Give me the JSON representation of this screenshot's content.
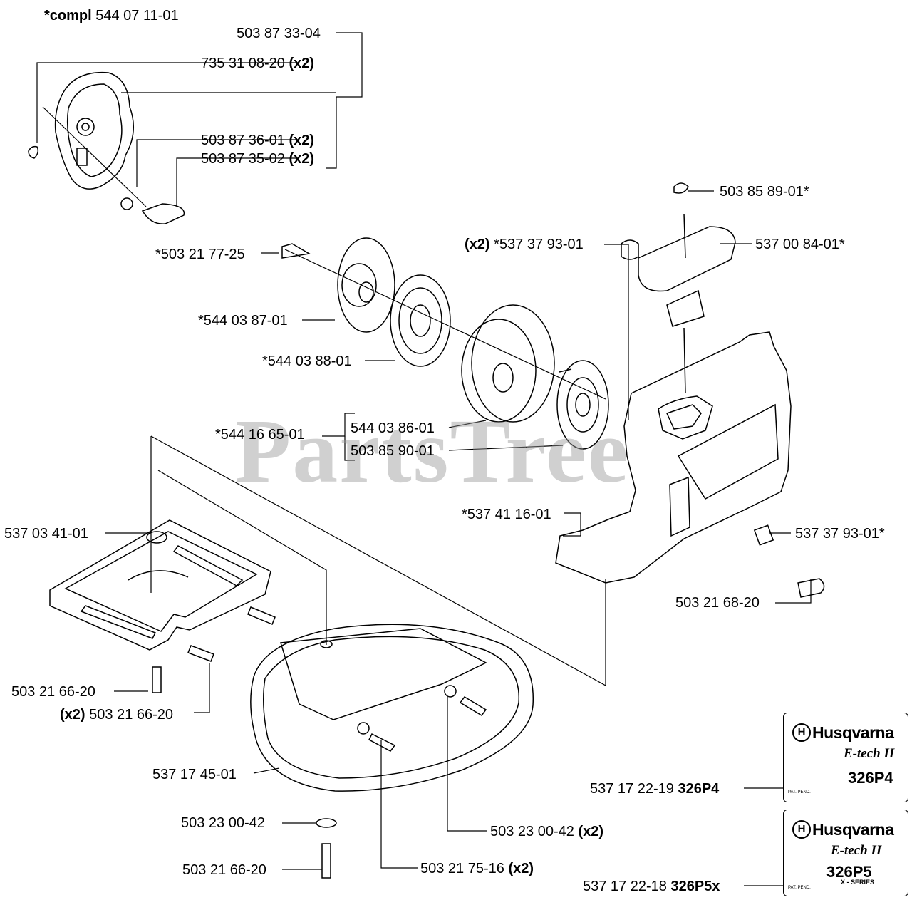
{
  "watermark": "PartsTree",
  "labels": {
    "compl": {
      "prefix": "*compl",
      "number": "544 07 11-01"
    },
    "p_503873304": {
      "number": "503 87 33-04"
    },
    "p_735310820": {
      "number": "735 31 08-20",
      "qty": "(x2)"
    },
    "p_503873601": {
      "number": "503 87 36-01",
      "qty": "(x2)"
    },
    "p_503873502": {
      "number": "503 87 35-02",
      "qty": "(x2)"
    },
    "p_503858901": {
      "number": "503 85 89-01*"
    },
    "p_537378931": {
      "qty": "(x2)",
      "number": "*537 37 93-01"
    },
    "p_537008401": {
      "number": "537 00 84-01*"
    },
    "p_503217725": {
      "number": "*503 21 77-25"
    },
    "p_544038701": {
      "number": "*544 03 87-01"
    },
    "p_544038801": {
      "number": "*544 03 88-01"
    },
    "p_544166501": {
      "number": "*544 16 65-01"
    },
    "p_544038601": {
      "number": "544 03 86-01"
    },
    "p_503859001": {
      "number": "503 85 90-01"
    },
    "p_537411601": {
      "number": "*537 41 16-01"
    },
    "p_537034101": {
      "number": "537 03 41-01"
    },
    "p_537379302": {
      "number": "537 37 93-01*"
    },
    "p_503216820": {
      "number": "503 21 68-20"
    },
    "p_503216620a": {
      "number": "503 21 66-20"
    },
    "p_503216620b": {
      "qty": "(x2)",
      "number": "503 21 66-20"
    },
    "p_537174501": {
      "number": "537 17 45-01"
    },
    "p_503230042a": {
      "number": "503 23 00-42"
    },
    "p_503230042b": {
      "number": "503 23 00-42",
      "qty": "(x2)"
    },
    "p_503216620c": {
      "number": "503 21 66-20"
    },
    "p_503217516": {
      "number": "503 21 75-16",
      "qty": "(x2)"
    },
    "p_537172219": {
      "number": "537 17 22-19",
      "model": "326P4"
    },
    "p_537172218": {
      "number": "537 17 22-18",
      "model": "326P5x"
    }
  },
  "decals": {
    "top": {
      "brand": "Husqvarna",
      "line": "E-tech II",
      "model": "326P4",
      "note": "PAT. PEND."
    },
    "bottom": {
      "brand": "Husqvarna",
      "line": "E-tech II",
      "model": "326P5",
      "series": "X - SERIES",
      "note": "PAT. PEND."
    }
  }
}
